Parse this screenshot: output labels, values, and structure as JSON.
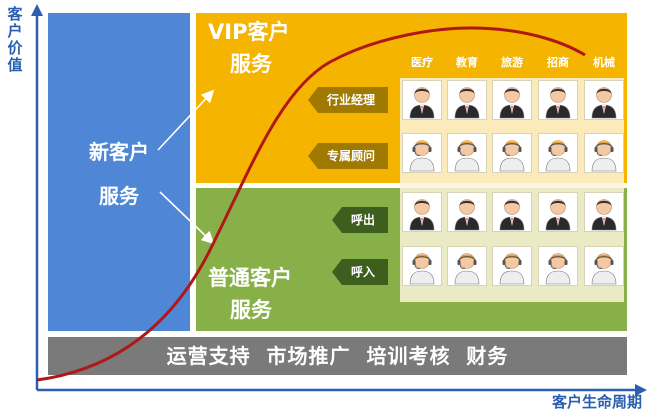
{
  "axes": {
    "y_label": "客户价值",
    "x_label": "客户生命周期"
  },
  "new_customer": {
    "line1": "新客户",
    "line2": "服务"
  },
  "vip": {
    "line1": "VIP客户",
    "line2": "服务"
  },
  "normal": {
    "line1": "普通客户",
    "line2": "服务"
  },
  "industries": [
    "医疗",
    "教育",
    "旅游",
    "招商",
    "机械"
  ],
  "roles": [
    "行业经理",
    "专属顾问",
    "呼出",
    "呼入"
  ],
  "footer": "运营支持  市场推广  培训考核  财务",
  "icons": {
    "manager": "businessman-icon",
    "agent": "headset-agent-icon"
  },
  "colors": {
    "new": "#4f86d6",
    "vip": "#f5b400",
    "normal": "#88b048",
    "footer": "#7a7a7a",
    "curve": "#b01818",
    "axis": "#2a5fb0"
  }
}
